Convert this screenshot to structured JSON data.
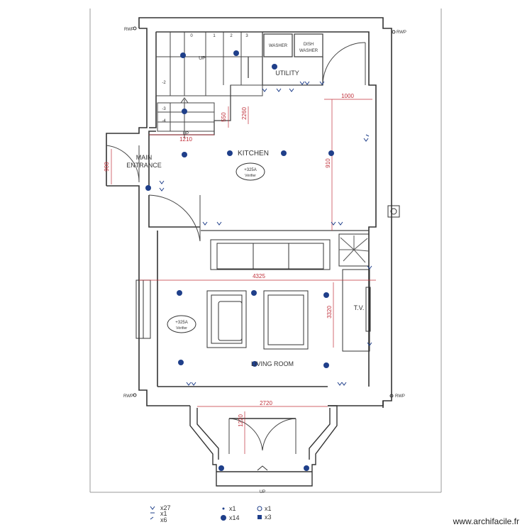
{
  "plan": {
    "rooms": {
      "kitchen": "KITCHEN",
      "utility": "UTILITY",
      "main_entrance_1": "MAIN",
      "main_entrance_2": "ENTRANCE",
      "living_room": "LIVING ROOM",
      "tv": "T.V."
    },
    "appliances": {
      "washer": "WASHER",
      "dishwasher_1": "DISH",
      "dishwasher_2": "WASHER"
    },
    "stairs": {
      "up_upper": "UP",
      "up_lower": "UP",
      "up_entry": "UP",
      "steps_top": [
        "0",
        "1",
        "2",
        "3"
      ],
      "steps_side": [
        "-2",
        "-3",
        "-4"
      ]
    },
    "dimensions": {
      "d1000": "1000",
      "d1210": "1210",
      "d550": "550",
      "d900": "900",
      "d910": "910",
      "d4325": "4325",
      "d3320": "3320",
      "d2720": "2720",
      "d1220": "1220",
      "d2260": "2260"
    },
    "notes": {
      "kitchen_1": "+325A",
      "kitchen_2": "Vérifier",
      "living_1": "+325A",
      "living_2": "Vérifier"
    },
    "rwp": {
      "tl": "RWP",
      "tr": "RWP",
      "bl": "RWP",
      "br": "RWP"
    }
  },
  "legend": {
    "downlight_count": "x27",
    "switch_count": "x1",
    "socket_count": "x6",
    "small_count": "x1",
    "spot_count": "x14",
    "detector_count": "x1",
    "bulb_count": "x3"
  },
  "colors": {
    "spot": "#1f3f8a",
    "dimension": "#c0303a",
    "wall": "#333333"
  },
  "watermark": "www.archifacile.fr"
}
